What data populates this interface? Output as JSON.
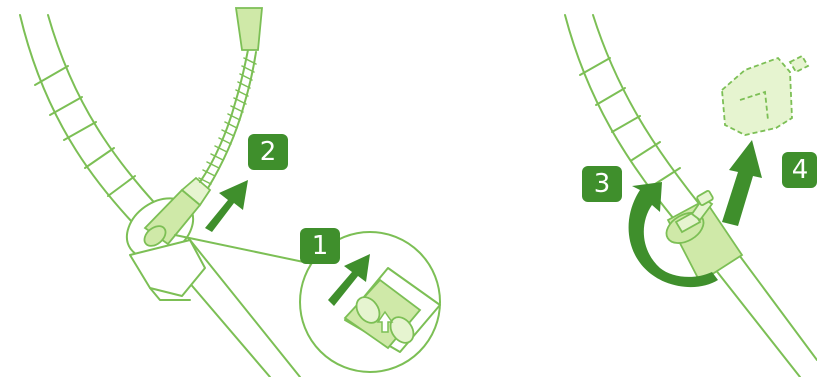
{
  "steps": [
    {
      "number": "1"
    },
    {
      "number": "2"
    },
    {
      "number": "3"
    },
    {
      "number": "4"
    }
  ],
  "colors": {
    "badge": "#3f8f2c",
    "arrow": "#3f8f2c",
    "outline": "#7cbf55",
    "fill_light": "#cfe9a8",
    "fill_lighter": "#e6f4d0",
    "background": "#ffffff"
  },
  "icons": {
    "push": "arrow-up-icon",
    "rotate": "curved-arrow-icon"
  }
}
